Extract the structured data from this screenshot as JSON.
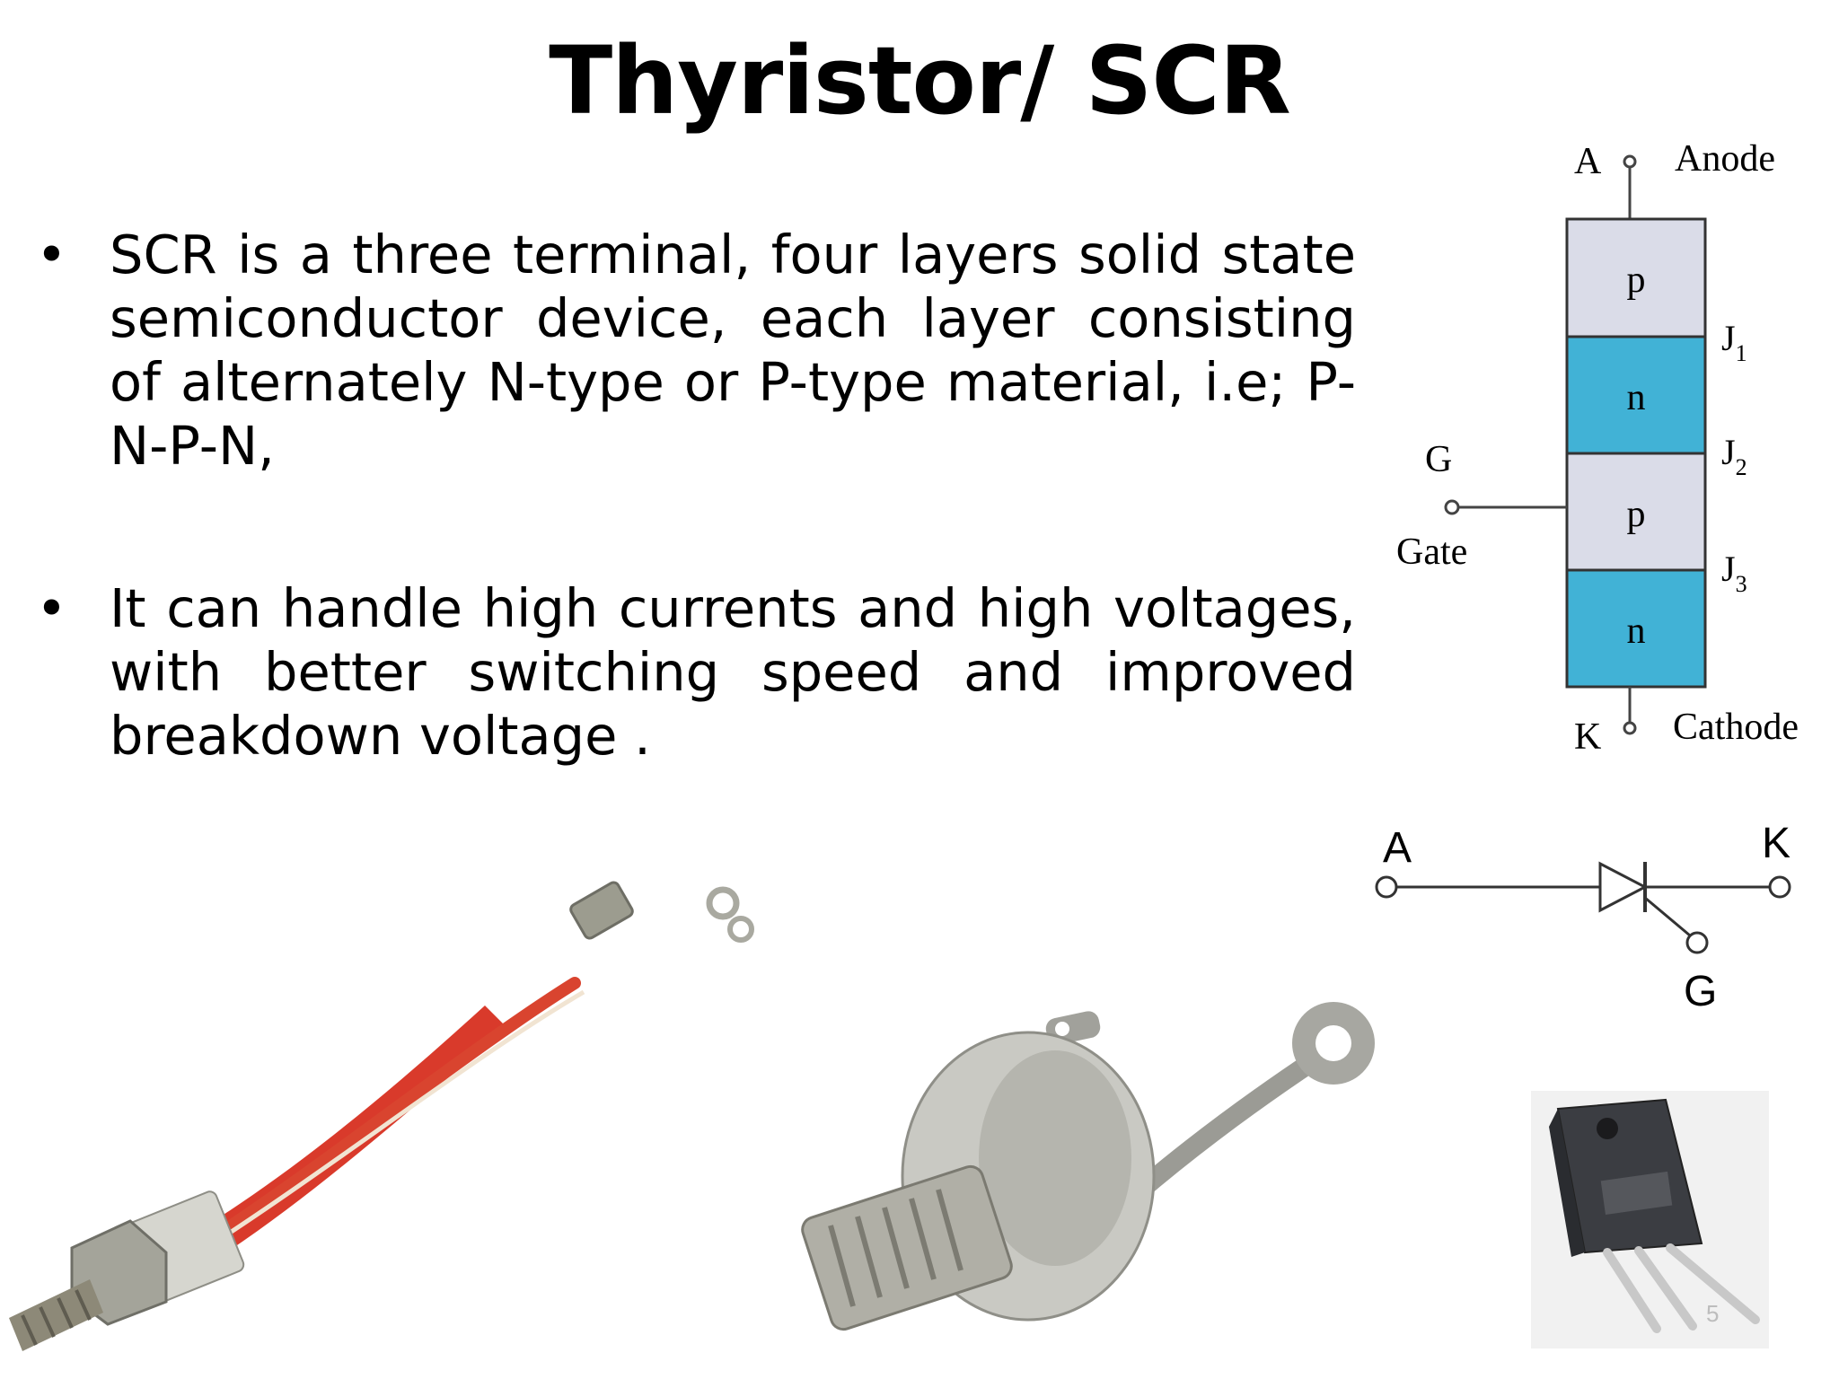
{
  "slide": {
    "title": "Thyristor/ SCR",
    "page_number": "5",
    "bullets": [
      "SCR is a three terminal, four layers solid state semiconductor device, each layer consisting of alternately N-type or P-type material, i.e; P-N-P-N,",
      "It can handle high currents and high voltages, with better switching speed and improved breakdown voltage ."
    ]
  },
  "diagram": {
    "anode_letter": "A",
    "anode_label": "Anode",
    "cathode_letter": "K",
    "cathode_label": "Cathode",
    "gate_letter": "G",
    "gate_label": "Gate",
    "layers": [
      "p",
      "n",
      "p",
      "n"
    ],
    "junctions": [
      "J",
      "J",
      "J"
    ],
    "junction_subscripts": [
      "1",
      "2",
      "3"
    ],
    "p_color": "#dadce8",
    "n_color": "#41b2d6"
  },
  "symbol": {
    "anode": "A",
    "cathode": "K",
    "gate": "G"
  },
  "photos": [
    {
      "icon": "scr-stud-with-red-leads"
    },
    {
      "icon": "scr-stud-package"
    },
    {
      "icon": "scr-to247-package"
    }
  ]
}
